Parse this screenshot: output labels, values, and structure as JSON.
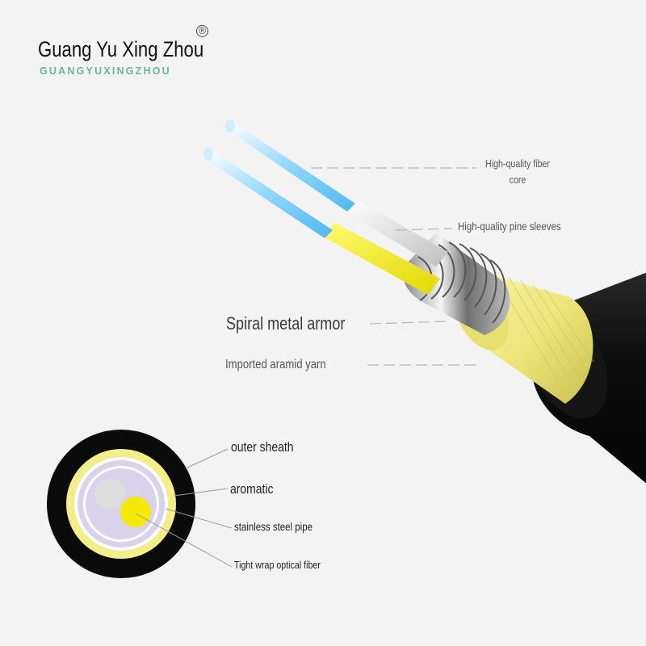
{
  "brand": {
    "name": "Guang Yu Xing Zhou",
    "registered_mark": "®",
    "subtitle": "GUANGYUXINGZHOU"
  },
  "callouts": {
    "fiber_core_line1": "High-quality fiber",
    "fiber_core_line2": "core",
    "pine_sleeves": "High-quality pine sleeves",
    "spiral_armor": "Spiral metal armor",
    "aramid_yarn": "Imported aramid yarn"
  },
  "cross_section": {
    "outer_sheath": "outer sheath",
    "aromatic": "aromatic",
    "stainless_pipe": "stainless steel pipe",
    "tight_wrap": "Tight wrap optical fiber"
  },
  "colors": {
    "background": "#f3f3f3",
    "sheath": "#111111",
    "aramid": "#f2ee8a",
    "steel_inner": "#d9d2ec",
    "fiber_yellow": "#f4ea00",
    "fiber_white": "#dedede",
    "fiber_glow": "#7fd0ff",
    "brand_accent": "#6bb3a3"
  }
}
